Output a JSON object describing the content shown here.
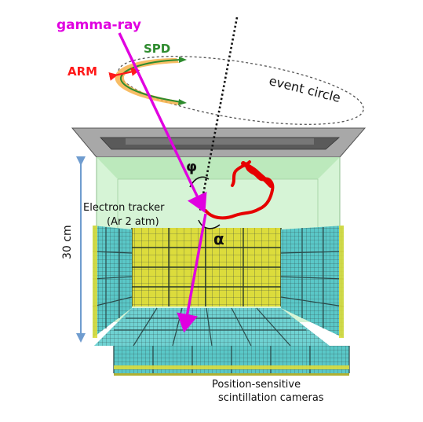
{
  "labels": {
    "gamma_ray": "gamma-ray",
    "spd": "SPD",
    "arm": "ARM",
    "event_circle": "event circle",
    "phi": "φ",
    "alpha": "α",
    "tracker_line1": "Electron tracker",
    "tracker_line2": "(Ar 2 atm)",
    "dimension": "30 cm",
    "camera_line1": "Position-sensitive",
    "camera_line2": "scintillation cameras"
  },
  "colors": {
    "gamma_ray": "#e000e0",
    "spd": "#2e8b2e",
    "arm": "#ff1a1a",
    "electron_track": "#e60000",
    "tracker_volume": "#c8f0c8",
    "scintillator": "#5ac8c8",
    "scintillator_back": "#dcdc3c",
    "dimension_arrow": "#6f9ccf"
  }
}
